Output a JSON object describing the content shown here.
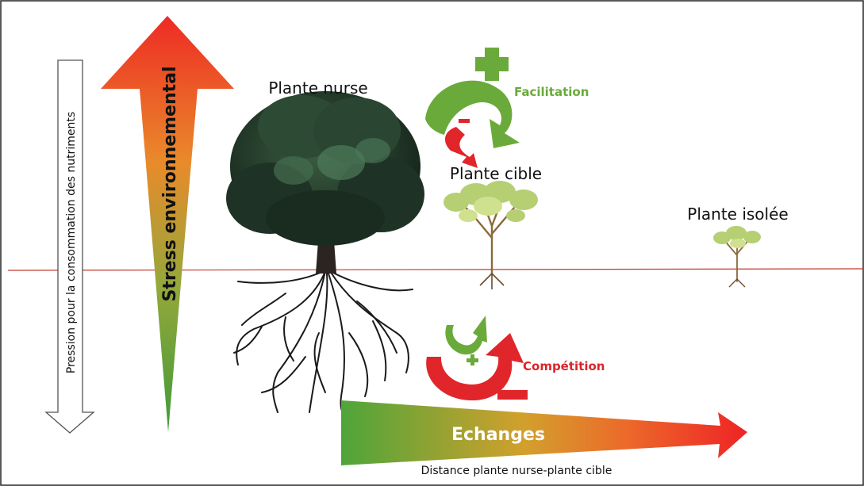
{
  "labels": {
    "nurse": "Plante nurse",
    "cible": "Plante cible",
    "isolee": "Plante isolée",
    "facilitation": "Facilitation",
    "competition": "Compétition",
    "stress": "Stress environnemental",
    "pression": "Pression pour la consommation des nutriments",
    "echanges": "Echanges",
    "distance": "Distance plante nurse-plante cible",
    "plus_top": "+",
    "minus_top": "-",
    "plus_bottom": "+",
    "minus_bottom": "-"
  },
  "colors": {
    "green": "#6aaa3a",
    "red": "#e0262a",
    "ground_line": "#c0392b",
    "facilitation_text": "#6aaa3a",
    "competition_text": "#d9262a"
  }
}
